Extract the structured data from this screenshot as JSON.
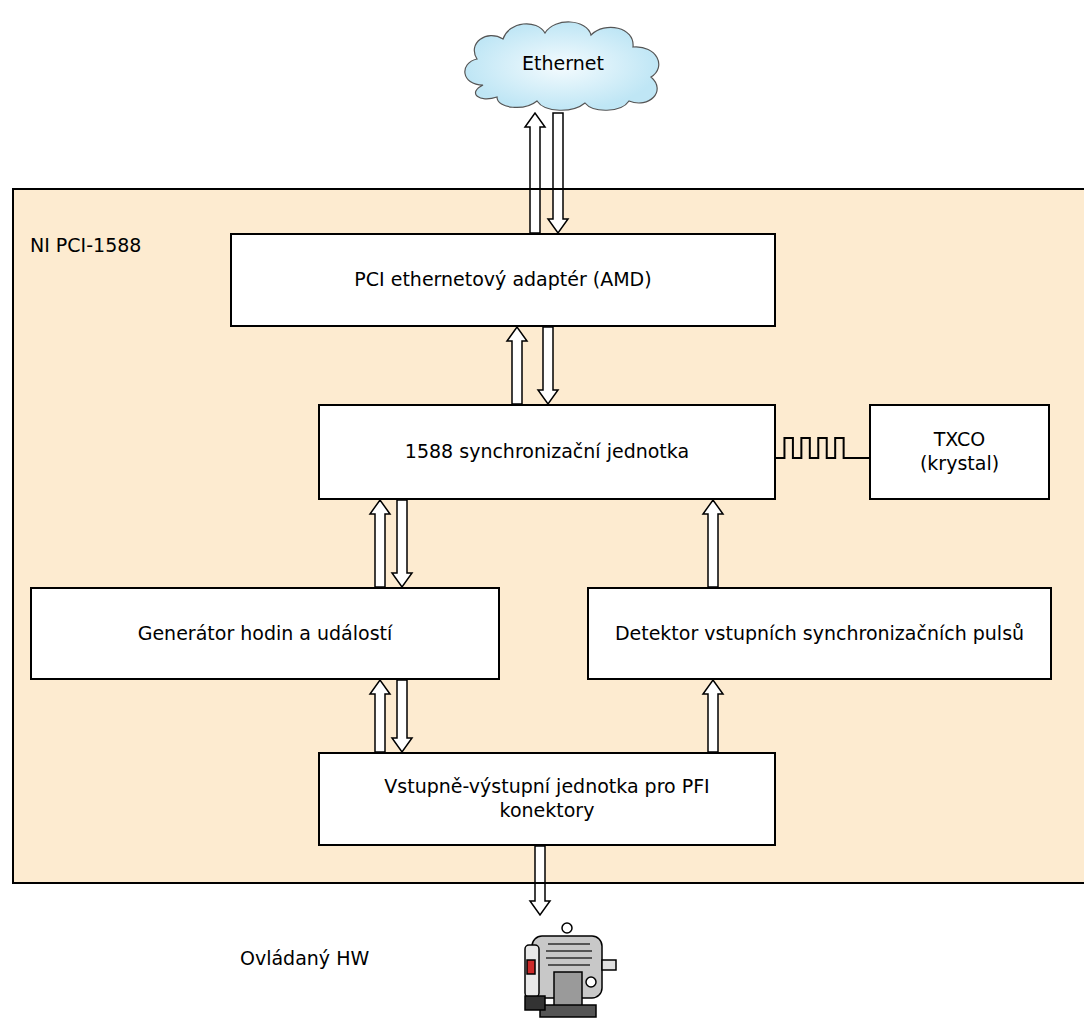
{
  "diagram": {
    "nodes": [
      {
        "text": [
          "Ethernet"
        ]
      },
      {
        "text": [
          "NI PCI-1588"
        ]
      },
      {
        "text": [
          "PCI ethernetový adaptér (AMD)"
        ],
        "in": 1
      },
      {
        "text": [
          "1588 synchronizační jednotka"
        ],
        "in": 1
      },
      {
        "text": [
          "TXCO (krystal)"
        ],
        "in": 1
      },
      {
        "text": [
          "Generátor hodin a událostí"
        ],
        "in": 1
      },
      {
        "text": [
          "Detektor vstupních synchronizačních pulsů"
        ],
        "in": 1
      },
      {
        "text": [
          "Vstupně-výstupní jednotka pro PFI konektory"
        ],
        "in": 1
      },
      {
        "text": [
          "Ovládaný HW"
        ]
      }
    ],
    "edges": [
      {
        "from": 2,
        "to": 0,
        "arrow": "to"
      },
      {
        "from": 0,
        "to": 2,
        "arrow": "to"
      },
      {
        "from": 3,
        "to": 2,
        "arrow": "to"
      },
      {
        "from": 2,
        "to": 3,
        "arrow": "to"
      },
      {
        "from": 5,
        "to": 3,
        "arrow": "to"
      },
      {
        "from": 3,
        "to": 5,
        "arrow": "to"
      },
      {
        "from": 6,
        "to": 3,
        "arrow": "to"
      },
      {
        "from": 7,
        "to": 5,
        "arrow": "to"
      },
      {
        "from": 5,
        "to": 7,
        "arrow": "to"
      },
      {
        "from": 7,
        "to": 6,
        "arrow": "to"
      },
      {
        "from": 7,
        "to": 8,
        "arrow": "to"
      },
      {
        "from": 4,
        "to": 3,
        "arrow": "none"
      }
    ]
  }
}
